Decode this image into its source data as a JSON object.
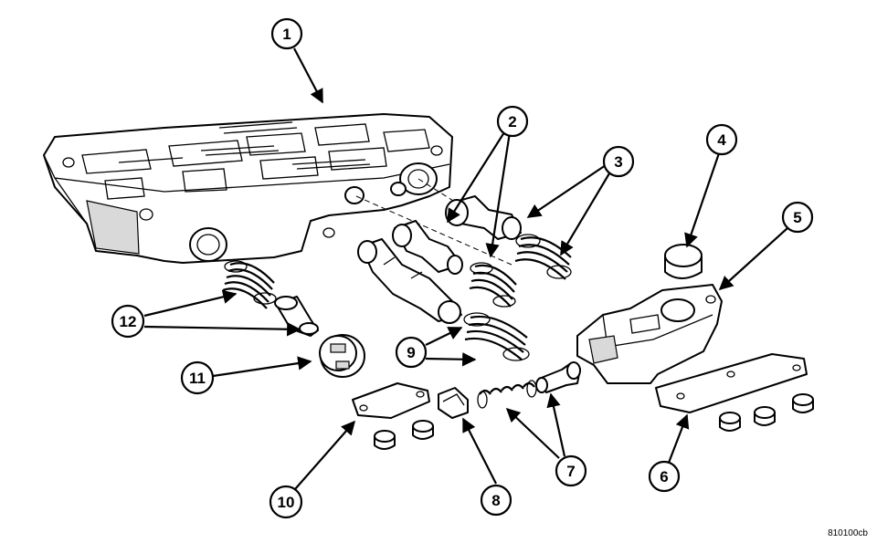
{
  "figure": {
    "reference_code": "810100cb",
    "colors": {
      "line": "#000000",
      "background": "#ffffff",
      "shade": "#d9d9d9"
    }
  },
  "callouts": [
    {
      "id": "c1",
      "label": "1"
    },
    {
      "id": "c2",
      "label": "2"
    },
    {
      "id": "c3",
      "label": "3"
    },
    {
      "id": "c4",
      "label": "4"
    },
    {
      "id": "c5",
      "label": "5"
    },
    {
      "id": "c6",
      "label": "6"
    },
    {
      "id": "c7",
      "label": "7"
    },
    {
      "id": "c8",
      "label": "8"
    },
    {
      "id": "c9",
      "label": "9"
    },
    {
      "id": "c10",
      "label": "10"
    },
    {
      "id": "c11",
      "label": "11"
    },
    {
      "id": "c12",
      "label": "12"
    }
  ]
}
